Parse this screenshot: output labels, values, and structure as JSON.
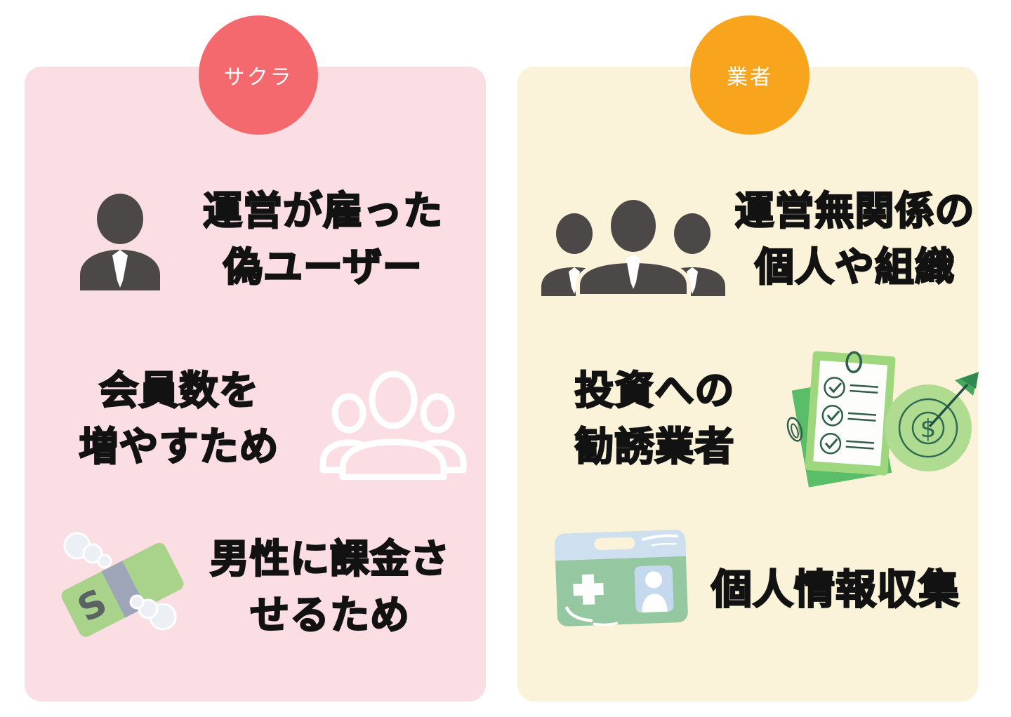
{
  "left_card": {
    "background": "#fbdee3",
    "badge": {
      "label": "サクラ",
      "color": "#f4696d",
      "text_color": "#ffffff"
    },
    "items": [
      {
        "icon": "businessman-icon",
        "lines": [
          "運営が雇った",
          "偽ユーザー"
        ]
      },
      {
        "icon": "people-outline-icon",
        "lines": [
          "会員数を",
          "増やすため"
        ]
      },
      {
        "icon": "money-with-wings-icon",
        "lines": [
          "男性に課金さ",
          "せるため"
        ]
      }
    ]
  },
  "right_card": {
    "background": "#fbf3d9",
    "badge": {
      "label": "業者",
      "color": "#f8a51d",
      "text_color": "#ffffff"
    },
    "items": [
      {
        "icon": "business-group-icon",
        "lines": [
          "運営無関係の",
          "個人や組織"
        ]
      },
      {
        "icon": "checklist-target-icon",
        "lines": [
          "投資への",
          "勧誘業者"
        ]
      },
      {
        "icon": "id-card-icon",
        "lines": [
          "個人情報収集"
        ]
      }
    ]
  },
  "colors": {
    "text": "#121212",
    "dark_icon_gray": "#4d4848",
    "money_green": "#a9d28b",
    "money_band": "#9ea5b8",
    "wing_gray": "#ecf0f5",
    "card_green": "#95c8a1",
    "card_strip_blue": "#cedfef",
    "photo_blue": "#c5d9ee",
    "clipboard_green": "#9ed77e",
    "back_sheet_green": "#5abd68",
    "target_green": "#afdc90",
    "ink_green": "#2f5d4e",
    "arrow_green": "#46a85c"
  }
}
